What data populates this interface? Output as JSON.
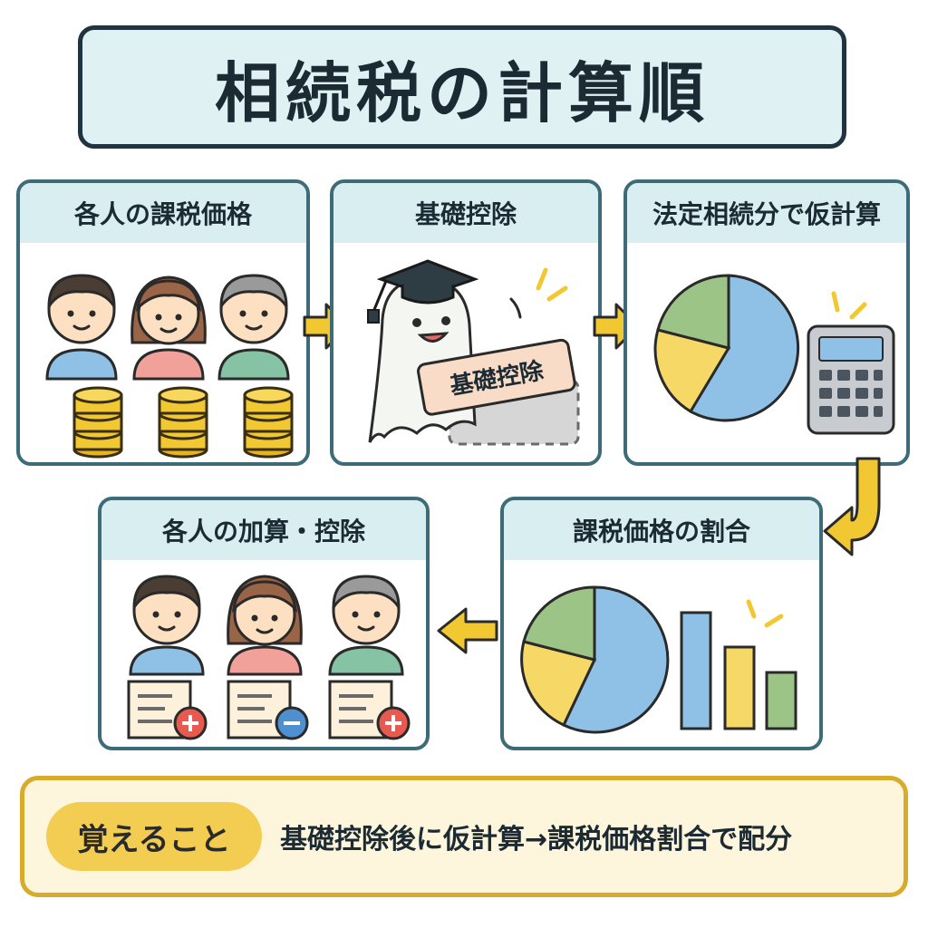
{
  "title": "相続税の計算順",
  "steps": [
    {
      "label": "各人の課税価格"
    },
    {
      "label": "基礎控除",
      "sign_text": "基礎控除"
    },
    {
      "label": "法定相続分で仮計算"
    },
    {
      "label": "課税価格の割合"
    },
    {
      "label": "各人の加算・控除"
    }
  ],
  "memo": {
    "label": "覚えること",
    "text": "基礎控除後に仮計算→課税価格割合で配分"
  },
  "colors": {
    "accent_teal": "#3e6b78",
    "header_bg": "#d8eef0",
    "arrow_yellow": "#f2c832",
    "pie_blue": "#8fc1e6",
    "pie_yellow": "#f6d866",
    "pie_green": "#9cc487",
    "memo_gold": "#d8ac2a"
  },
  "icons": [
    "person-icon",
    "coin-stack-icon",
    "graduation-cap-icon",
    "ghost-mascot-icon",
    "pie-chart-icon",
    "calculator-icon",
    "bar-chart-icon",
    "document-icon",
    "plus-icon",
    "minus-icon",
    "arrow-right-icon",
    "arrow-left-icon",
    "arrow-curve-icon"
  ]
}
